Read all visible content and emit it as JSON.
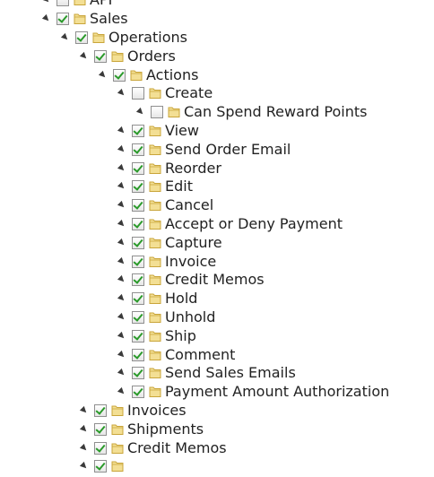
{
  "tree": {
    "nodes": [
      {
        "label": "API",
        "checked": false,
        "level": 1
      },
      {
        "label": "Sales",
        "checked": true,
        "level": 1
      },
      {
        "label": "Operations",
        "checked": true,
        "level": 2
      },
      {
        "label": "Orders",
        "checked": true,
        "level": 3
      },
      {
        "label": "Actions",
        "checked": true,
        "level": 4
      },
      {
        "label": "Create",
        "checked": false,
        "level": 5
      },
      {
        "label": "Can Spend Reward Points",
        "checked": false,
        "level": 6
      },
      {
        "label": "View",
        "checked": true,
        "level": 5
      },
      {
        "label": "Send Order Email",
        "checked": true,
        "level": 5
      },
      {
        "label": "Reorder",
        "checked": true,
        "level": 5
      },
      {
        "label": "Edit",
        "checked": true,
        "level": 5
      },
      {
        "label": "Cancel",
        "checked": true,
        "level": 5
      },
      {
        "label": "Accept or Deny Payment",
        "checked": true,
        "level": 5
      },
      {
        "label": "Capture",
        "checked": true,
        "level": 5
      },
      {
        "label": "Invoice",
        "checked": true,
        "level": 5
      },
      {
        "label": "Credit Memos",
        "checked": true,
        "level": 5
      },
      {
        "label": "Hold",
        "checked": true,
        "level": 5
      },
      {
        "label": "Unhold",
        "checked": true,
        "level": 5
      },
      {
        "label": "Ship",
        "checked": true,
        "level": 5
      },
      {
        "label": "Comment",
        "checked": true,
        "level": 5
      },
      {
        "label": "Send Sales Emails",
        "checked": true,
        "level": 5
      },
      {
        "label": "Payment Amount Authorization",
        "checked": true,
        "level": 5
      },
      {
        "label": "Invoices",
        "checked": true,
        "level": 3
      },
      {
        "label": "Shipments",
        "checked": true,
        "level": 3
      },
      {
        "label": "Credit Memos",
        "checked": true,
        "level": 3
      },
      {
        "label": "",
        "checked": true,
        "level": 3
      }
    ],
    "colors": {
      "check": "#2a9a2a",
      "folder_fill": "#f3df94",
      "folder_stroke": "#c9a53a"
    }
  }
}
